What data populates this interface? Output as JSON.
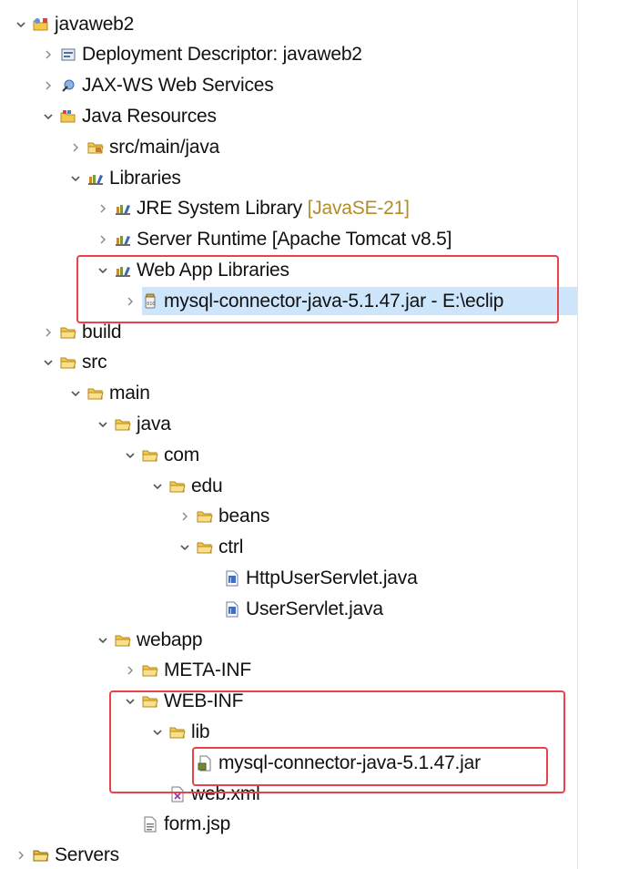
{
  "tree": [
    {
      "label": "javaweb2",
      "depth": 0,
      "tw": "expanded",
      "icon": "project"
    },
    {
      "label": "Deployment Descriptor: javaweb2",
      "depth": 1,
      "tw": "collapsed",
      "icon": "descriptor"
    },
    {
      "label": "JAX-WS Web Services",
      "depth": 1,
      "tw": "collapsed",
      "icon": "webservice"
    },
    {
      "label": "Java Resources",
      "depth": 1,
      "tw": "expanded",
      "icon": "javaresources"
    },
    {
      "label": "src/main/java",
      "depth": 2,
      "tw": "collapsed",
      "icon": "srcfolder"
    },
    {
      "label": "Libraries",
      "depth": 2,
      "tw": "expanded",
      "icon": "library"
    },
    {
      "label": "JRE System Library",
      "decoration": " [JavaSE-21]",
      "depth": 3,
      "tw": "collapsed",
      "icon": "library"
    },
    {
      "label": "Server Runtime [Apache Tomcat v8.5]",
      "depth": 3,
      "tw": "collapsed",
      "icon": "library"
    },
    {
      "label": "Web App Libraries",
      "depth": 3,
      "tw": "expanded",
      "icon": "library"
    },
    {
      "label": "mysql-connector-java-5.1.47.jar - E:\\eclip",
      "depth": 4,
      "tw": "collapsed",
      "icon": "jar",
      "selected": true
    },
    {
      "label": "build",
      "depth": 1,
      "tw": "collapsed",
      "icon": "folder"
    },
    {
      "label": "src",
      "depth": 1,
      "tw": "expanded",
      "icon": "folder"
    },
    {
      "label": "main",
      "depth": 2,
      "tw": "expanded",
      "icon": "folder"
    },
    {
      "label": "java",
      "depth": 3,
      "tw": "expanded",
      "icon": "folder"
    },
    {
      "label": "com",
      "depth": 4,
      "tw": "expanded",
      "icon": "folder"
    },
    {
      "label": "edu",
      "depth": 5,
      "tw": "expanded",
      "icon": "folder"
    },
    {
      "label": "beans",
      "depth": 6,
      "tw": "collapsed",
      "icon": "folder"
    },
    {
      "label": "ctrl",
      "depth": 6,
      "tw": "expanded",
      "icon": "folder"
    },
    {
      "label": "HttpUserServlet.java",
      "depth": 7,
      "tw": "none",
      "icon": "javafile"
    },
    {
      "label": "UserServlet.java",
      "depth": 7,
      "tw": "none",
      "icon": "javafile"
    },
    {
      "label": "webapp",
      "depth": 3,
      "tw": "expanded",
      "icon": "folder"
    },
    {
      "label": "META-INF",
      "depth": 4,
      "tw": "collapsed",
      "icon": "folder"
    },
    {
      "label": "WEB-INF",
      "depth": 4,
      "tw": "expanded",
      "icon": "folder"
    },
    {
      "label": "lib",
      "depth": 5,
      "tw": "expanded",
      "icon": "folder"
    },
    {
      "label": "mysql-connector-java-5.1.47.jar",
      "depth": 6,
      "tw": "none",
      "icon": "jarfile"
    },
    {
      "label": "web.xml",
      "depth": 5,
      "tw": "none",
      "icon": "xmlfile"
    },
    {
      "label": "form.jsp",
      "depth": 4,
      "tw": "none",
      "icon": "jspfile"
    },
    {
      "label": "Servers",
      "depth": 0,
      "tw": "collapsed",
      "icon": "serversfolder"
    }
  ],
  "colors": {
    "selection": "#cde6fb",
    "highlight_border": "#e8434b",
    "decoration_text": "#b28c2a"
  }
}
